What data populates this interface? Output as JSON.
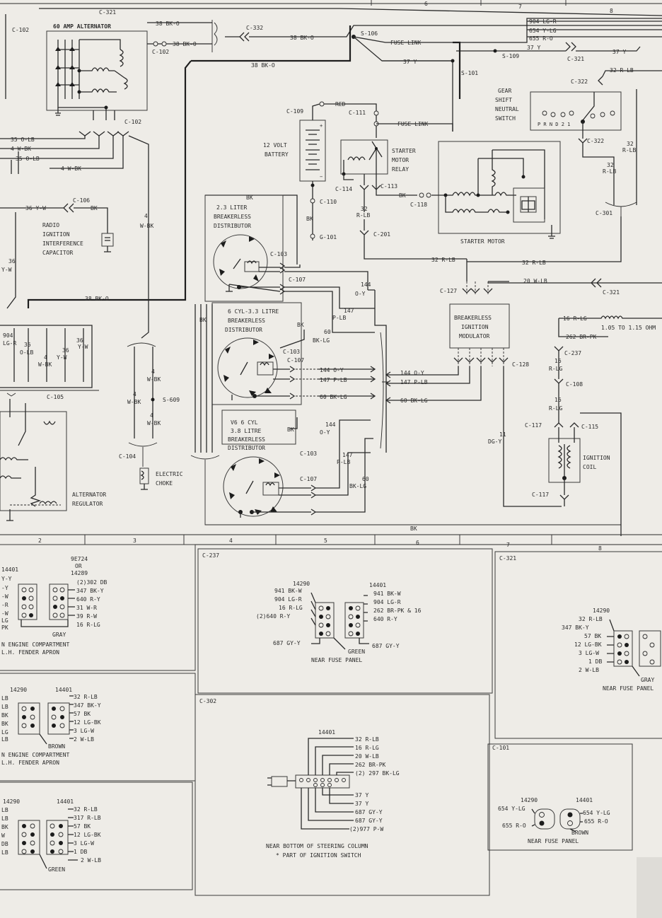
{
  "grid_columns_top": [
    "6",
    "7",
    "8"
  ],
  "grid_columns_mid": [
    "2",
    "3",
    "4",
    "5",
    "6",
    "7",
    "8"
  ],
  "labels": {
    "c321_top": "C-321",
    "c102_a": "C-102",
    "alternator": "60 AMP ALTERNATOR",
    "w38_1": "38 BK-O",
    "w38_2": "38 BK-O",
    "c102_b": "C-102",
    "c332": "C-332",
    "w38_3": "38 BK-O",
    "s106": "S-106",
    "fuse_link_1": "FUSE LINK",
    "w904": "904 LG-R",
    "w654": "654 Y-LG",
    "w655": "655 R-O",
    "w37_1": "37 Y",
    "s109": "S-109",
    "c321_b": "C-321",
    "w37_2": "37 Y",
    "w38_4": "38 BK-O",
    "w37_3": "37 Y",
    "s101": "S-101",
    "w32rlb_top": "32 R-LB",
    "c322_a": "C-322",
    "gear_1": "GEAR",
    "gear_2": "SHIFT",
    "gear_3": "NEUTRAL",
    "gear_4": "SWITCH",
    "prnd": "P R N D 2 1",
    "c322_b": "C-322",
    "w32_r": "32",
    "w32_r2": "R-LB",
    "w32_r3": "32",
    "w32_r4": "R-LB",
    "c301": "C-301",
    "c102_c": "C-102",
    "w35_1": "35 O-LB",
    "w4_1": "4 W-BK",
    "w35_2": "35 O-LB",
    "w4_2": "4 W-BK",
    "c109": "C-109",
    "red": "RED",
    "c111": "C-111",
    "fuse_link_2": "FUSE LINK",
    "batt_1": "12 VOLT",
    "batt_2": "BATTERY",
    "relay_1": "STARTER",
    "relay_2": "MOTOR",
    "relay_3": "RELAY",
    "c114": "C-114",
    "c113": "C-113",
    "bk_118": "BK",
    "c118": "C-118",
    "c110": "C-110",
    "bk_110": "BK",
    "g101": "G-101",
    "w32_mid": "32",
    "w32_mid2": "R-LB",
    "c201": "C-201",
    "starter_motor": "STARTER MOTOR",
    "c106": "C-106",
    "w36_1": "36 Y-W",
    "bk_106": "BK",
    "radio_1": "RADIO",
    "radio_2": "IGNITION",
    "radio_3": "INTERFERENCE",
    "radio_4": "CAPACITOR",
    "w4_vert_1": "4",
    "w4_vert_2": "W-BK",
    "bk_dist": "BK",
    "dist23_1": "2.3 LITER",
    "dist23_2": "BREAKERLESS",
    "dist23_3": "DISTRIBUTOR",
    "c103_a": "C-103",
    "c107_a": "C-107",
    "w36_2": "36",
    "w36_3": "Y-W",
    "w32rlb_1": "32 R-LB",
    "w32rlb_2": "32 R-LB",
    "w20wlb": "20 W-LB",
    "c321_c": "C-321",
    "w38_5": "38 BK-O",
    "w144_1": "144",
    "w144_1b": "O-Y",
    "c127": "C-127",
    "w147_1": "147",
    "w147_1b": "P-LB",
    "mod_1": "BREAKERLESS",
    "mod_2": "IGNITION",
    "mod_3": "MODULATOR",
    "w16rlg_1": "16 R-LG",
    "resistor": "1.05 TO 1.15 OHM",
    "w262": "262 BR-PK",
    "c237_a": "C-237",
    "w16_a": "16",
    "w16_ab": "R-LG",
    "c108": "C-108",
    "w16_b": "16",
    "w16_bb": "R-LG",
    "dist6_1": "6 CYL-3.3 LITRE",
    "dist6_2": "BREAKERLESS",
    "dist6_3": "DISTRIBUTOR",
    "bk_6": "BK",
    "w60_1": "60",
    "w60_1b": "BK-LG",
    "c103_b": "C-103",
    "c107_b": "C-107",
    "w144_2": "144 O-Y",
    "w144_3": "144 O-Y",
    "w147_2": "147 P-LB",
    "w147_3": "147 P-LB",
    "c128": "C-128",
    "w60_2": "60 BK-LG",
    "w60_3": "60 BK-LG",
    "w904_l": "904",
    "w904_lb": "LG-R",
    "w35_3": "35",
    "w35_3b": "O-LB",
    "w4_3": "4",
    "w4_3b": "W-BK",
    "w36_4": "36",
    "w36_4b": "Y-W",
    "w36_5": "36",
    "w36_5b": "Y-W",
    "c105": "C-105",
    "s609": "S-609",
    "w4_a": "4",
    "w4_ab": "W-BK",
    "w4_b": "4",
    "w4_bb": "W-BK",
    "w4_c": "4",
    "w4_cb": "W-BK",
    "c117_a": "C-117",
    "c115": "C-115",
    "w11": "11",
    "w11b": "DG-Y",
    "coil_1": "IGNITION",
    "coil_2": "COIL",
    "distv6_1": "V6  6 CYL",
    "distv6_2": "3.8 LITRE",
    "distv6_3": "BREAKERLESS",
    "distv6_4": "DISTRIBUTOR",
    "bk_v6": "BK",
    "w144_4": "144",
    "w144_4b": "O-Y",
    "c103_c": "C-103",
    "w147_4": "147",
    "w147_4b": "P-LB",
    "c104": "C-104",
    "choke_1": "ELECTRIC",
    "choke_2": "CHOKE",
    "c107_c": "C-107",
    "w60_4": "60",
    "w60_4b": "BK-LG",
    "reg_1": "ALTERNATOR",
    "reg_2": "REGULATOR",
    "c117_b": "C-117",
    "bk_bottom": "BK"
  },
  "connectors": {
    "p1": {
      "ids": [
        "14401"
      ],
      "left_wires": [
        "Y-Y",
        "-Y",
        "-W",
        "-R",
        "-W",
        "LG",
        "PK"
      ],
      "color": "GRAY",
      "location_1": "N ENGINE COMPARTMENT",
      "location_2": "L.H. FENDER APRON"
    },
    "p2": {
      "ids": [
        "9E724",
        "OR",
        "14289"
      ],
      "wires": [
        "(2)302 DB",
        "347 BK-Y",
        "640 R-Y",
        "31 W-R",
        "39 R-W",
        "16 R-LG"
      ]
    },
    "c237": {
      "id": "C-237",
      "left_id": "14290",
      "right_id": "14401",
      "left_wires": [
        "941 BK-W",
        "904 LG-R",
        "16 R-LG",
        "(2)640 R-Y"
      ],
      "right_wires": [
        "941 BK-W",
        "904 LG-R",
        "262 BR-PK & 16",
        "640 R-Y"
      ],
      "bottom_left": "687 GY-Y",
      "bottom_right": "687 GY-Y",
      "color": "GREEN",
      "location": "NEAR FUSE PANEL"
    },
    "c321": {
      "id": "C-321",
      "left_id": "14290",
      "wires": [
        "32 R-LB",
        "347 BK-Y",
        "57 BK",
        "12 LG-BK",
        "3 LG-W",
        "1 DB",
        "2 W-LB"
      ],
      "color": "GRAY",
      "location": "NEAR FUSE PANEL"
    },
    "p4": {
      "left_id": "14290",
      "right_id": "14401",
      "left_wires": [
        "LB",
        "LB",
        "BK",
        "BK",
        "LG",
        "LB"
      ],
      "right_wires": [
        "32 R-LB",
        "347 BK-Y",
        "57 BK",
        "12 LG-BK",
        "3 LG-W",
        "2 W-LB"
      ],
      "color": "BROWN",
      "location_1": "N ENGINE COMPARTMENT",
      "location_2": "L.H. FENDER APRON"
    },
    "c302": {
      "id": "C-302",
      "conn_id": "14401",
      "wires": [
        "32 R-LB",
        "16 R-LG",
        "20 W-LB",
        "262 BR-PK",
        "(2) 297 BK-LG",
        "37 Y",
        "37 Y",
        "687 GY-Y",
        "687 GY-Y",
        "(2)977 P-W"
      ],
      "location_1": "NEAR BOTTOM OF STEERING COLUMN",
      "location_2": "* PART OF IGNITION SWITCH"
    },
    "p6": {
      "left_id": "14290",
      "right_id": "14401",
      "left_wires": [
        "LB",
        "LB",
        "BK",
        "W",
        "DB",
        "LB"
      ],
      "right_wires": [
        "32 R-LB",
        "317 R-LB",
        "57 BK",
        "12 LG-BK",
        "3 LG-W",
        "1 DB",
        "2 W-LB"
      ],
      "color": "GREEN"
    },
    "c101": {
      "id": "C-101",
      "left_id": "14290",
      "right_id": "14401",
      "left_wires": [
        "654 Y-LG",
        "655 R-O"
      ],
      "right_wires": [
        "654 Y-LG",
        "655 R-O"
      ],
      "color": "BROWN",
      "location": "NEAR FUSE PANEL"
    }
  }
}
